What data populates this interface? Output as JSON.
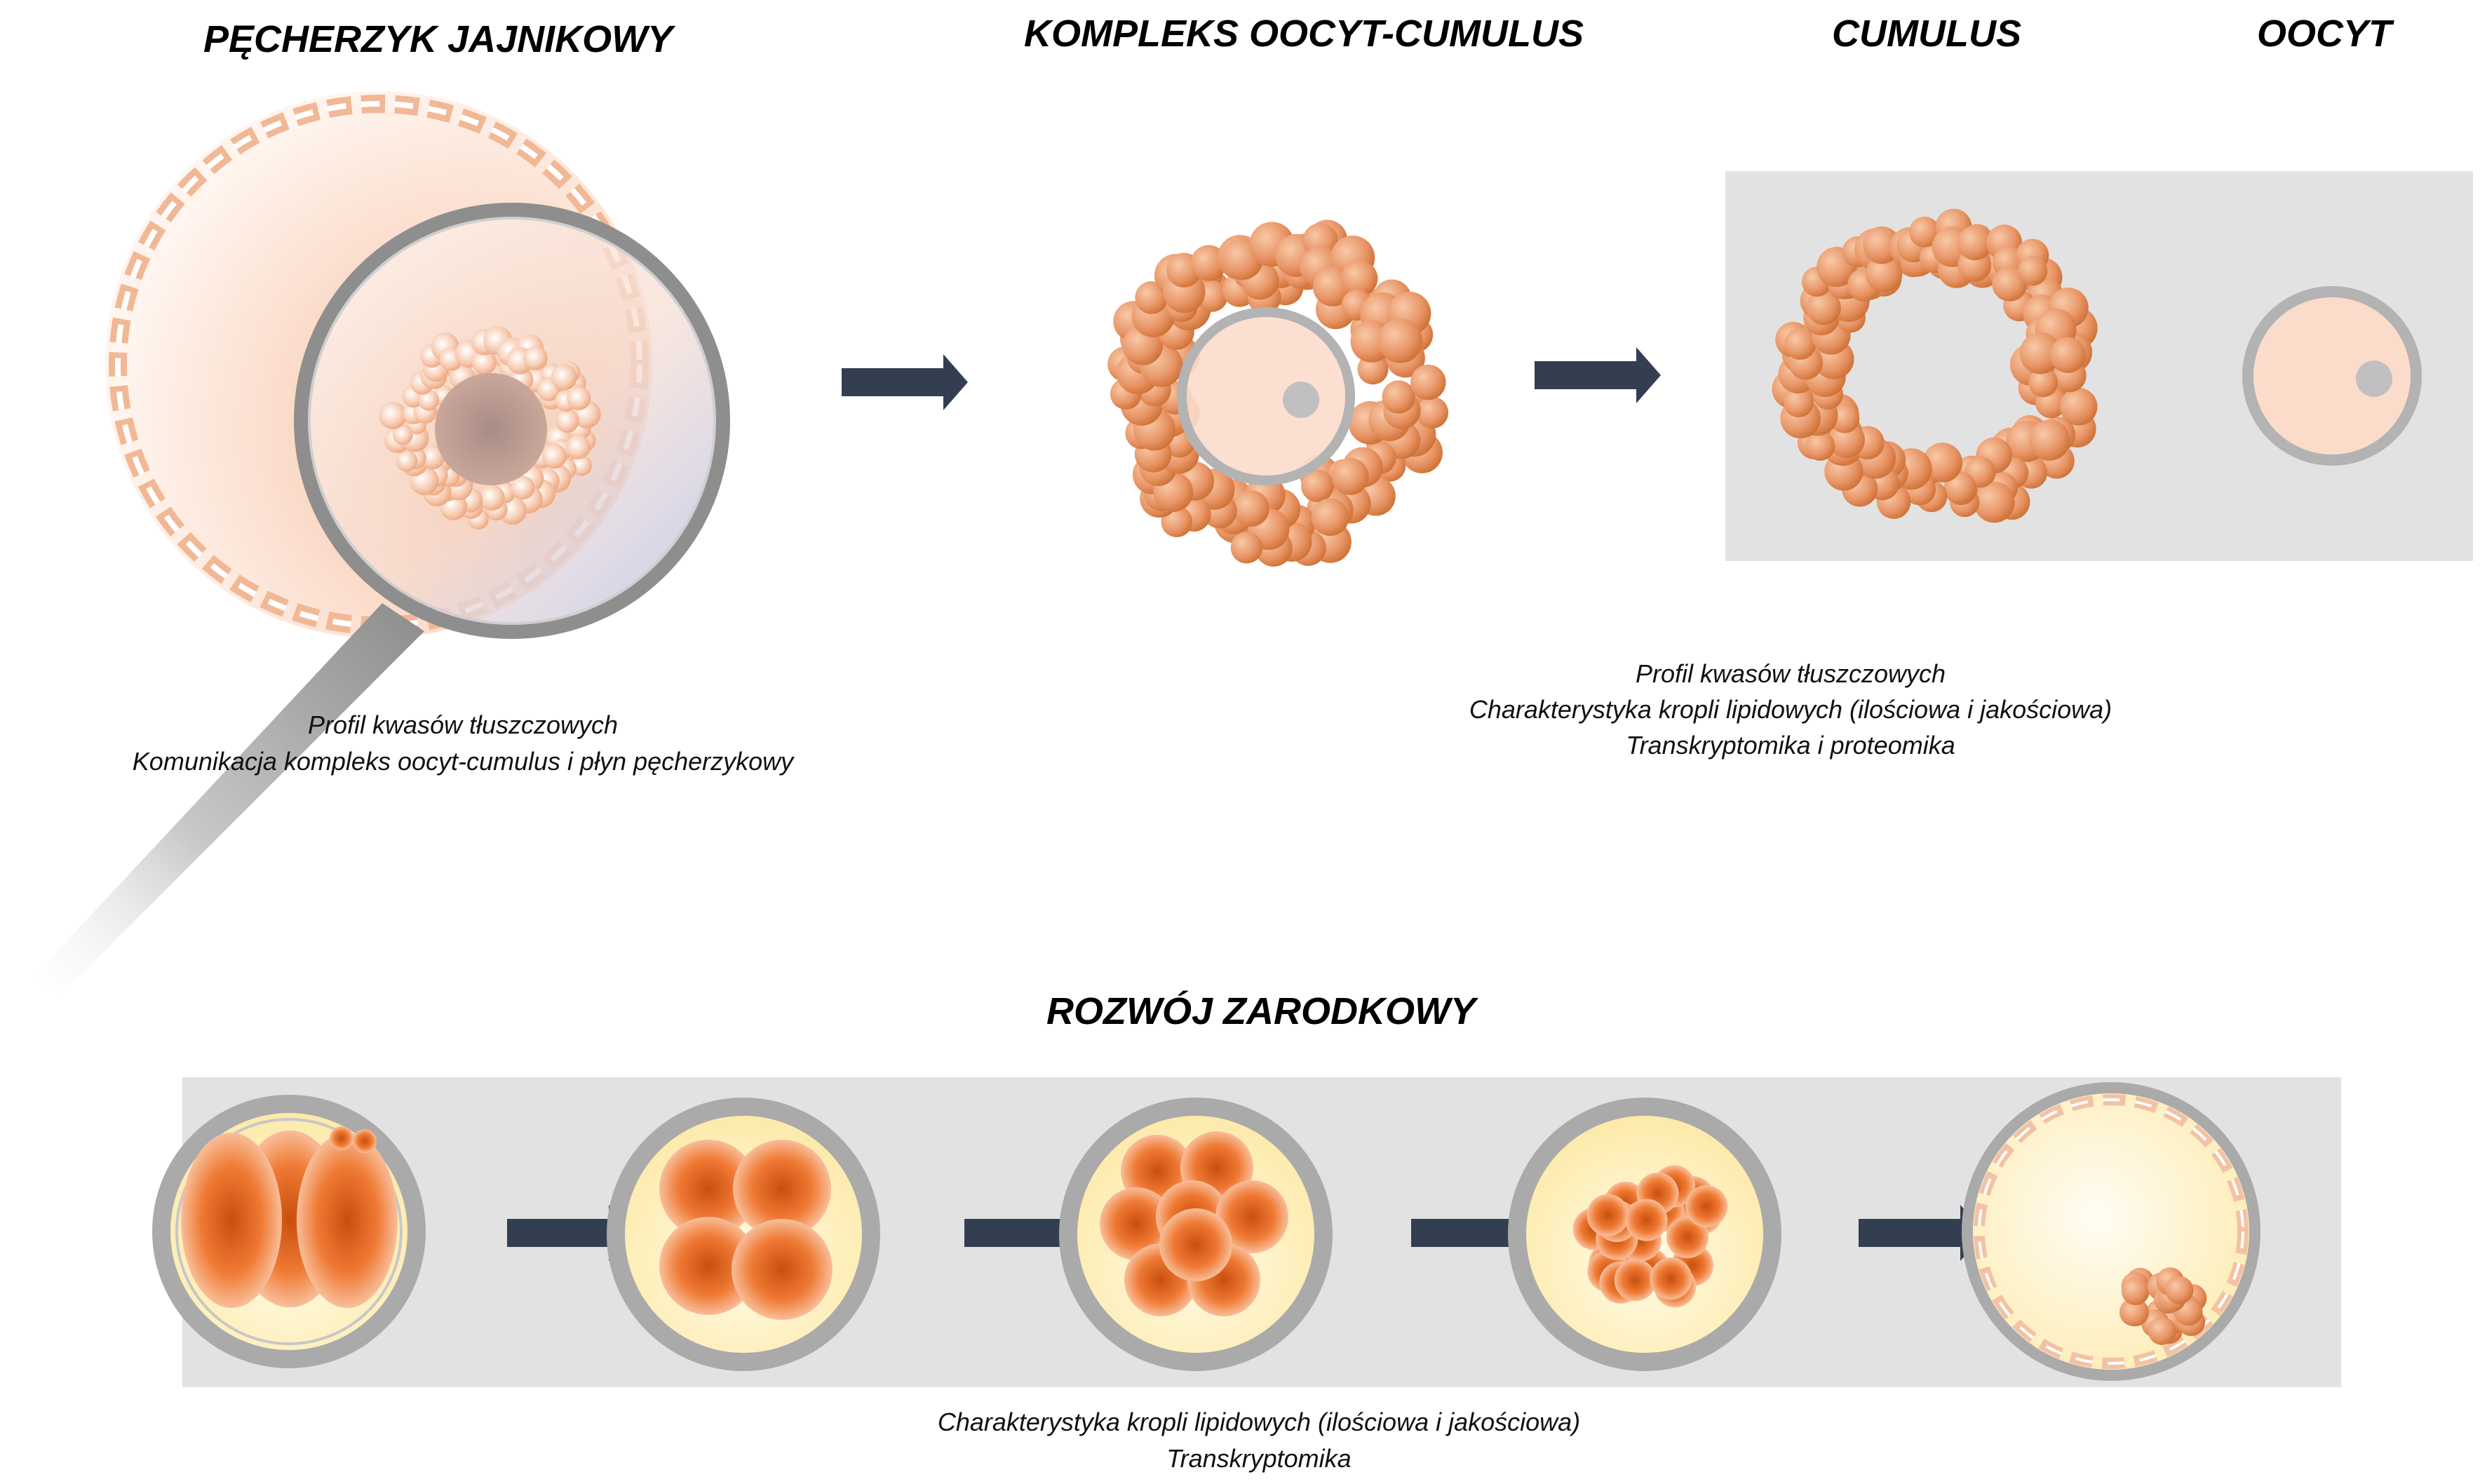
{
  "titles": {
    "follicle": "PĘCHERZYK JAJNIKOWY",
    "coc": "KOMPLEKS OOCYT-CUMULUS",
    "cumulus": "CUMULUS",
    "oocyte": "OOCYT",
    "embryo": "ROZWÓJ ZARODKOWY"
  },
  "captions": {
    "follicle": [
      "Profil kwasów tłuszczowych",
      "Komunikacja kompleks oocyt-cumulus i płyn pęcherzykowy"
    ],
    "cumulus_oocyte": [
      "Profil kwasów tłuszczowych",
      "Charakterystyka kropli lipidowych (ilościowa i jakościowa)",
      "Transkryptomika i proteomika"
    ],
    "embryo": [
      "Charakterystyka kropli lipidowych (ilościowa i jakościowa)",
      "Transkryptomika"
    ]
  },
  "colors": {
    "panel": "#e2e2e2",
    "arrow": "#333f50",
    "ring": "#b3b3b3",
    "oocyte_fill": "#fbdccb",
    "nucleus": "#c0c0c0",
    "cell_dark": "#e06a1e",
    "cell_light": "#fbd0b4",
    "yolk": "#fff3c4"
  },
  "icons": [
    "magnifier-icon",
    "arrow-right-icon"
  ]
}
